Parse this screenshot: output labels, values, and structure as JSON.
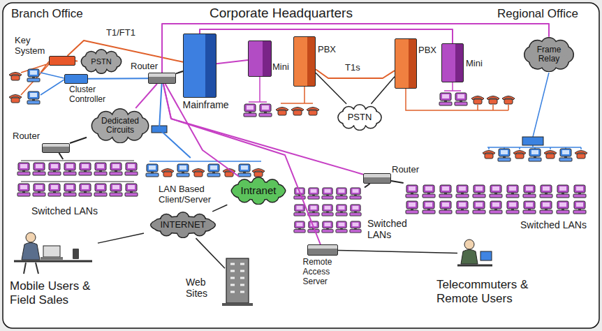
{
  "diagram": {
    "nodes": [
      {
        "text": [
          "Key System"
        ]
      },
      {
        "text": [
          "PSTN"
        ]
      },
      {
        "text": [
          "Cluster Controller"
        ]
      },
      {
        "text": [
          "Router"
        ]
      },
      {
        "text": [
          "Mainframe"
        ]
      },
      {
        "text": [
          "Mini"
        ]
      },
      {
        "text": [
          "PBX"
        ]
      },
      {
        "text": [
          "PBX"
        ]
      },
      {
        "text": [
          "Mini"
        ]
      },
      {
        "text": [
          "Frame Relay"
        ]
      },
      {
        "text": [
          "Dedicated Circuits"
        ]
      },
      {
        "text": [
          "Router"
        ]
      },
      {
        "text": [
          "Switched LANs"
        ]
      },
      {
        "text": [
          "LAN Based Client/Server"
        ]
      },
      {
        "text": [
          "PSTN"
        ]
      },
      {
        "text": [
          "Router"
        ]
      },
      {
        "text": [
          "Switched LANs"
        ]
      },
      {
        "text": [
          "Switched LANs"
        ]
      },
      {
        "text": [
          "Intranet"
        ]
      },
      {
        "text": [
          "INTERNET"
        ]
      },
      {
        "text": [
          "Web Sites"
        ]
      },
      {
        "text": [
          "Remote Access Server"
        ]
      },
      {
        "text": [
          "Mobile Users & Field Sales"
        ]
      },
      {
        "text": [
          "Telecommuters & Remote Users"
        ]
      }
    ],
    "edges": [
      {
        "from": 0,
        "to": 4,
        "label": "T1/FT1",
        "arrow": "none"
      },
      {
        "from": 0,
        "to": 1,
        "arrow": "none"
      },
      {
        "from": 2,
        "to": 3,
        "arrow": "none"
      },
      {
        "from": 3,
        "to": 4,
        "arrow": "none"
      },
      {
        "from": 4,
        "to": 5,
        "arrow": "none"
      },
      {
        "from": 6,
        "to": 7,
        "label": "T1s",
        "arrow": "none"
      },
      {
        "from": 6,
        "to": 14,
        "arrow": "none"
      },
      {
        "from": 7,
        "to": 14,
        "arrow": "none"
      },
      {
        "from": 4,
        "to": 8,
        "arrow": "none"
      },
      {
        "from": 3,
        "to": 9,
        "arrow": "none"
      },
      {
        "from": 11,
        "to": 10,
        "arrow": "none"
      },
      {
        "from": 10,
        "to": 3,
        "arrow": "none"
      },
      {
        "from": 11,
        "to": 12,
        "arrow": "none"
      },
      {
        "from": 3,
        "to": 13,
        "arrow": "none"
      },
      {
        "from": 3,
        "to": 15,
        "arrow": "none"
      },
      {
        "from": 15,
        "to": 16,
        "arrow": "none"
      },
      {
        "from": 15,
        "to": 17,
        "arrow": "none"
      },
      {
        "from": 18,
        "to": 19,
        "arrow": "none"
      },
      {
        "from": 3,
        "to": 18,
        "arrow": "none"
      },
      {
        "from": 19,
        "to": 20,
        "arrow": "none"
      },
      {
        "from": 19,
        "to": 22,
        "arrow": "none"
      },
      {
        "from": 3,
        "to": 21,
        "arrow": "none"
      },
      {
        "from": 21,
        "to": 23,
        "arrow": "none"
      }
    ],
    "labels": [
      "Branch Office",
      "Corporate Headquarters",
      "Regional Office"
    ]
  }
}
